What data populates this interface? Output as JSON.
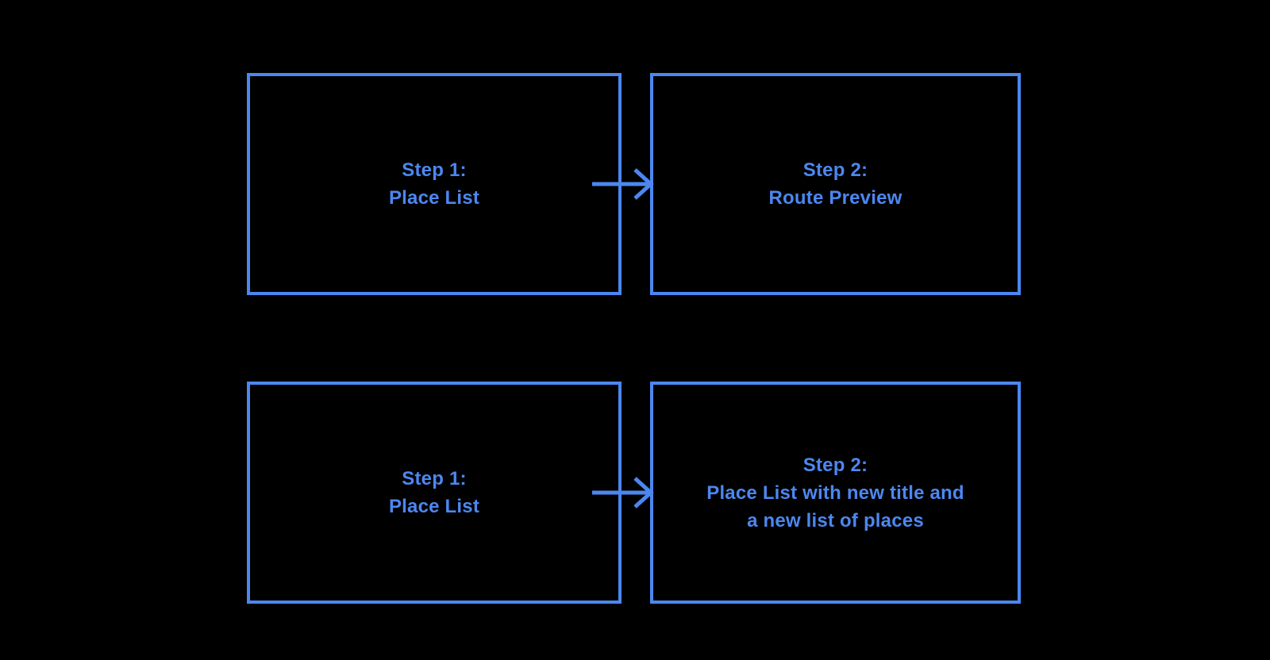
{
  "colors": {
    "background": "#000000",
    "accent": "#4c87f0"
  },
  "icons": {
    "flow_arrow": "arrow-right-icon"
  },
  "diagram": {
    "flows": [
      {
        "from": {
          "lines": [
            "Step 1:",
            "Place List"
          ]
        },
        "to": {
          "lines": [
            "Step 2:",
            "Route Preview"
          ]
        }
      },
      {
        "from": {
          "lines": [
            "Step 1:",
            "Place List"
          ]
        },
        "to": {
          "lines": [
            "Step 2:",
            "Place List with new title and",
            "a new list of places"
          ]
        }
      }
    ]
  }
}
